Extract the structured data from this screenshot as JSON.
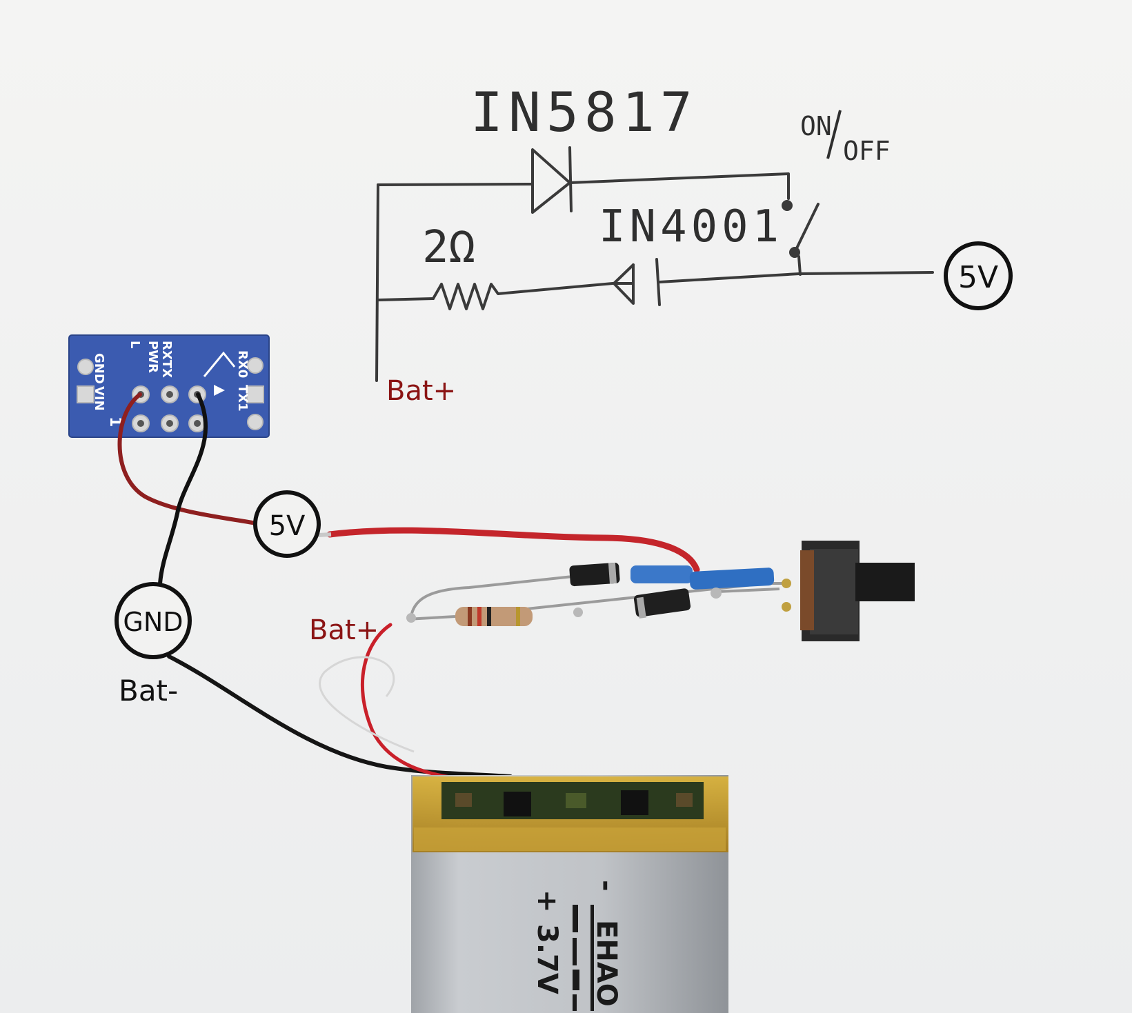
{
  "schematic": {
    "diode_top_label": "IN5817",
    "diode_bottom_label": "IN4001",
    "resistor_label": "2Ω",
    "switch_label_on": "ON",
    "switch_label_off": "OFF",
    "output_label": "5V",
    "battery_label": "Bat+"
  },
  "board": {
    "pins_top": [
      "GND",
      "VIN",
      "RXTX",
      "PWR",
      "L",
      "RX0",
      "TX1"
    ],
    "marker": "1"
  },
  "photo_labels": {
    "vin": "5V",
    "gnd": "GND",
    "bat_plus": "Bat+",
    "bat_minus": "Bat-"
  },
  "battery": {
    "minus": "-",
    "plus": "+",
    "brand": "EHAO",
    "voltage": "3.7V"
  },
  "colors": {
    "paper": "#f2f2f1",
    "pencil": "#3a3a3a",
    "label_red": "#8b1414",
    "wire_red": "#c4252b",
    "wire_black": "#151515",
    "board_blue": "#3b5bb0",
    "battery_gold": "#c9a232",
    "battery_silver": "#b9bcc0"
  }
}
